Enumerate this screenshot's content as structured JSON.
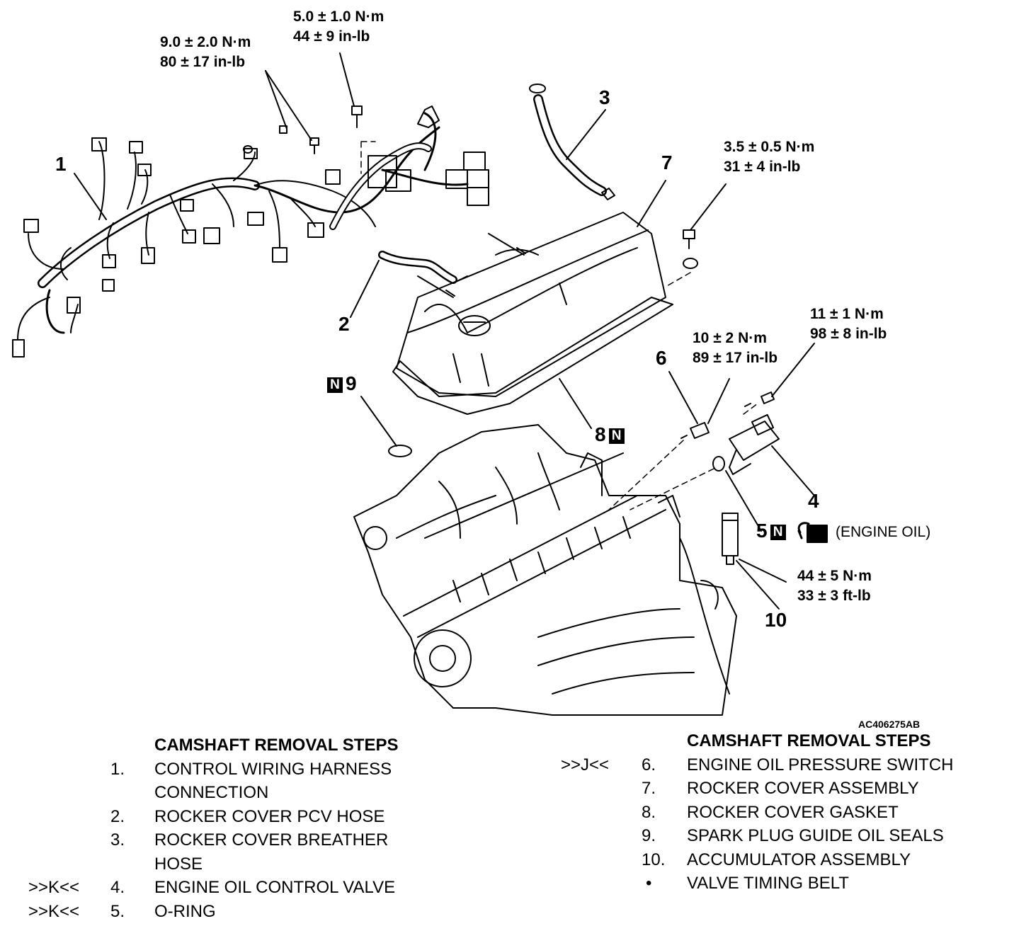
{
  "figure_id": "AC406275AB",
  "part_numbers": [
    "1",
    "2",
    "3",
    "4",
    "5",
    "6",
    "7",
    "8",
    "9",
    "10"
  ],
  "torque": {
    "t1": [
      "5.0 ± 1.0 N·m",
      "44 ± 9 in-lb"
    ],
    "t2": [
      "9.0 ± 2.0 N·m",
      "80 ± 17 in-lb"
    ],
    "t3": [
      "3.5 ± 0.5 N·m",
      "31 ± 4 in-lb"
    ],
    "t4": [
      "11 ± 1 N·m",
      "98 ± 8 in-lb"
    ],
    "t5": [
      "10 ± 2 N·m",
      "89 ± 17 in-lb"
    ],
    "t6": [
      "44 ± 5 N·m",
      "33 ± 3 ft-lb"
    ]
  },
  "new_part_badge": "N",
  "engine_oil_note": "(ENGINE OIL)",
  "left_steps": {
    "title": "CAMSHAFT REMOVAL STEPS",
    "items": [
      {
        "ref": "",
        "num": "1.",
        "text": "CONTROL WIRING HARNESS"
      },
      {
        "ref": "",
        "num": "",
        "text": "CONNECTION"
      },
      {
        "ref": "",
        "num": "2.",
        "text": "ROCKER COVER PCV HOSE"
      },
      {
        "ref": "",
        "num": "3.",
        "text": "ROCKER COVER BREATHER"
      },
      {
        "ref": "",
        "num": "",
        "text": "HOSE"
      },
      {
        "ref": ">>K<<",
        "num": "4.",
        "text": "ENGINE OIL CONTROL VALVE"
      },
      {
        "ref": ">>K<<",
        "num": "5.",
        "text": "O-RING"
      }
    ]
  },
  "right_steps": {
    "title": "CAMSHAFT REMOVAL STEPS",
    "items": [
      {
        "ref": ">>J<<",
        "num": "6.",
        "text": "ENGINE OIL PRESSURE SWITCH"
      },
      {
        "ref": "",
        "num": "7.",
        "text": "ROCKER COVER ASSEMBLY"
      },
      {
        "ref": "",
        "num": "8.",
        "text": "ROCKER COVER GASKET"
      },
      {
        "ref": "",
        "num": "9.",
        "text": "SPARK PLUG GUIDE OIL SEALS"
      },
      {
        "ref": "",
        "num": "10.",
        "text": "ACCUMULATOR ASSEMBLY"
      },
      {
        "ref": "",
        "num": "•",
        "text": "VALVE TIMING BELT"
      }
    ]
  }
}
